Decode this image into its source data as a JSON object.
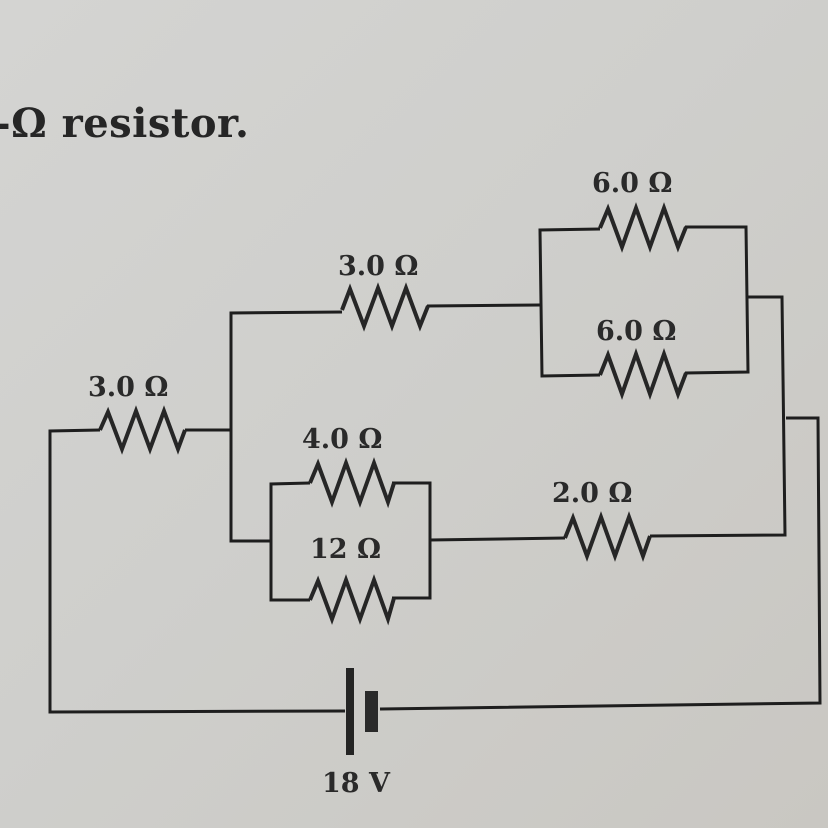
{
  "heading": {
    "text": "-Ω resistor."
  },
  "circuit": {
    "battery": {
      "label": "18 V",
      "voltage_volts": 18
    },
    "resistors": [
      {
        "id": "r-left",
        "label": "3.0 Ω",
        "ohms": 3.0
      },
      {
        "id": "r-top",
        "label": "3.0 Ω",
        "ohms": 3.0
      },
      {
        "id": "r-6a",
        "label": "6.0 Ω",
        "ohms": 6.0
      },
      {
        "id": "r-6b",
        "label": "6.0 Ω",
        "ohms": 6.0
      },
      {
        "id": "r-4",
        "label": "4.0 Ω",
        "ohms": 4.0
      },
      {
        "id": "r-12",
        "label": "12 Ω",
        "ohms": 12
      },
      {
        "id": "r-2",
        "label": "2.0 Ω",
        "ohms": 2.0
      }
    ]
  }
}
